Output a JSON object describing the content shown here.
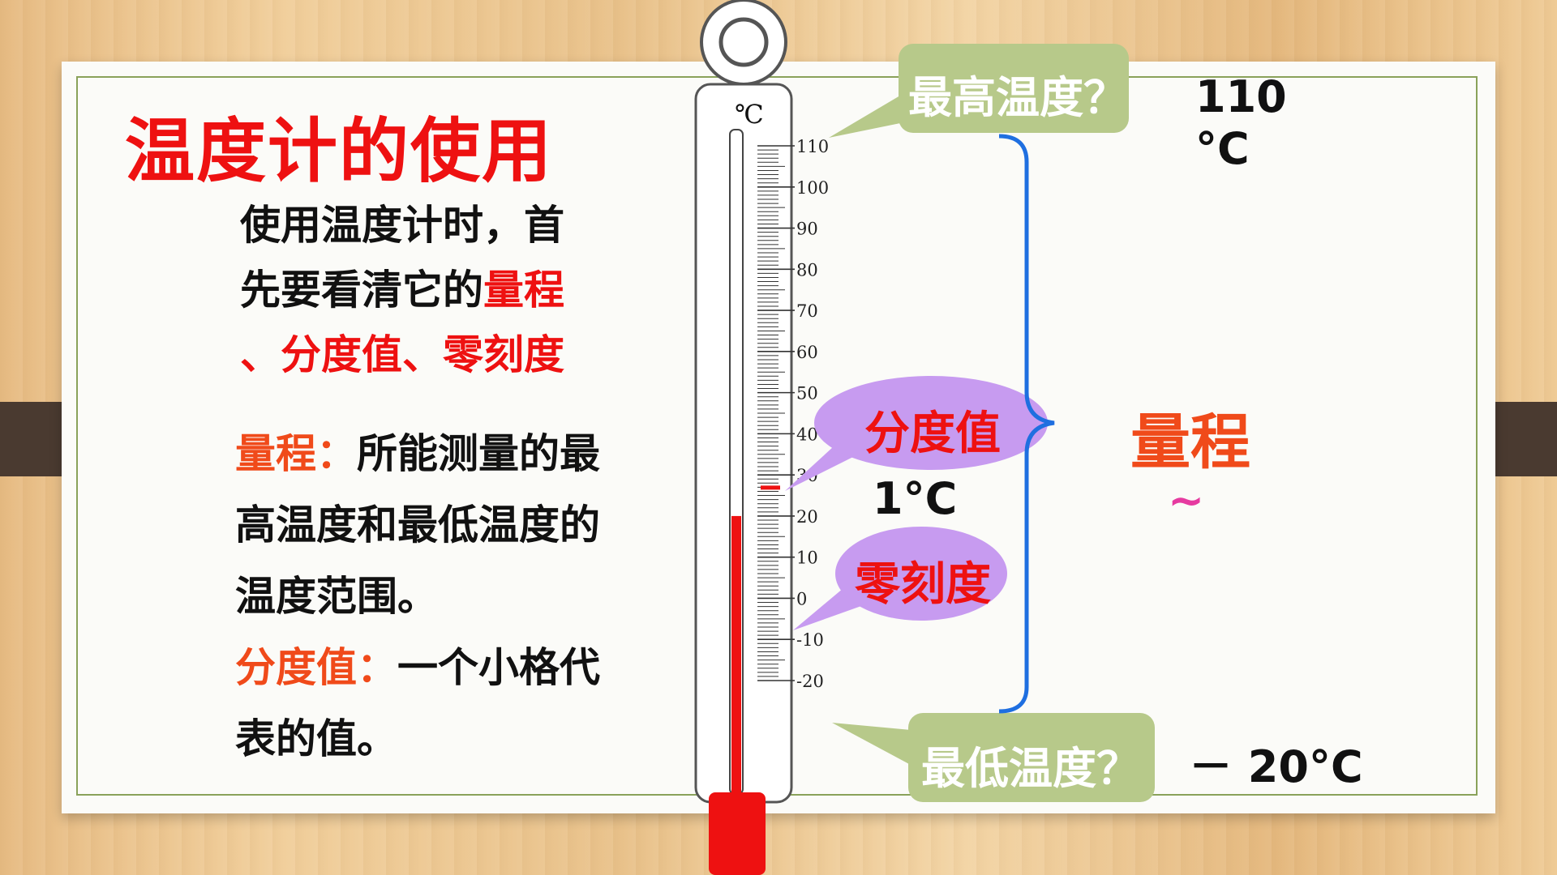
{
  "slide": {
    "title": "温度计的使用",
    "intro": {
      "line1": "使用温度计时，首",
      "line2a": "先要看清它的",
      "line2b": "量程",
      "line3": "、分度值、零刻度"
    },
    "range_def": {
      "term": "量程：",
      "text1": "所能测量的最",
      "text2": "高温度和最低温度的",
      "text3": "温度范围。"
    },
    "division_def": {
      "term": "分度值：",
      "text1": "一个小格代",
      "text2": "表的值。"
    }
  },
  "thermometer": {
    "unit_label": "℃",
    "scale_labels": [
      "110",
      "100",
      "90",
      "80",
      "70",
      "60",
      "50",
      "40",
      "30",
      "20",
      "10",
      "0",
      "-10",
      "-20"
    ],
    "scale_max": 110,
    "scale_min": -20,
    "liquid_reading": 20,
    "marker_reading": 27
  },
  "callouts": {
    "max_question": "最高温度？",
    "min_question": "最低温度？",
    "division": "分度值",
    "zero": "零刻度"
  },
  "answers": {
    "max_value": "110",
    "max_unit": "°C",
    "division_value": "1°C",
    "range_label": "量程",
    "tilde": "~",
    "min_value": "－ 20°C"
  },
  "colors": {
    "title_red": "#ee1111",
    "term_orange": "#f04a1a",
    "liquid_red": "#ee1111",
    "bubble_green": "#b7c98a",
    "bubble_purple": "#c79bf0",
    "brace_blue": "#1f6fe0",
    "tilde_magenta": "#e63aa0"
  }
}
